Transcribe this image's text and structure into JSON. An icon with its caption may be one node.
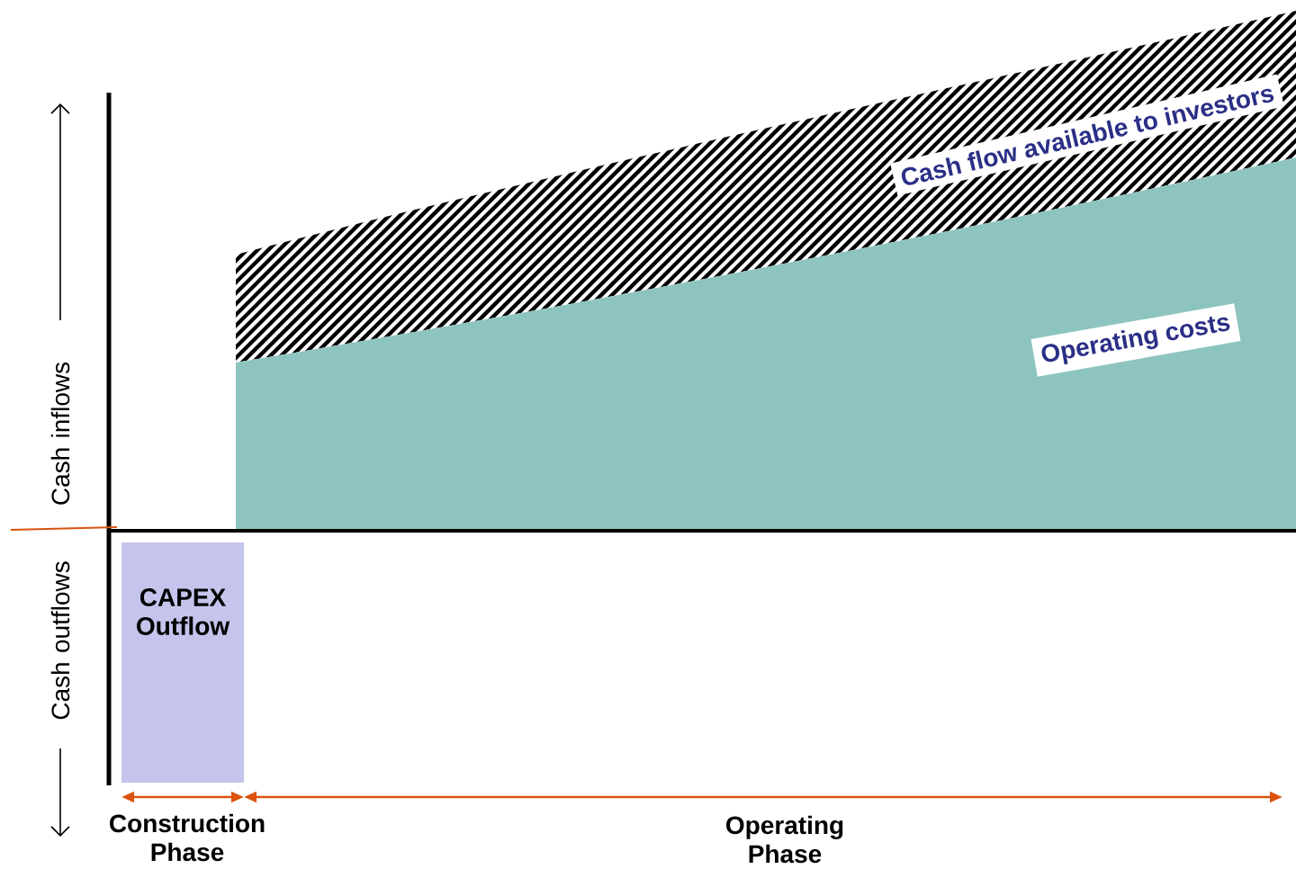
{
  "diagram": {
    "nodes": [
      {
        "text": [
          "Cash flow available to investors"
        ]
      },
      {
        "text": [
          "Operating costs"
        ]
      },
      {
        "text": [
          "CAPEX Outflow"
        ]
      }
    ],
    "labels": [
      "Cash inflows",
      "Cash outflows",
      "Construction Phase",
      "Operating Phase"
    ]
  }
}
